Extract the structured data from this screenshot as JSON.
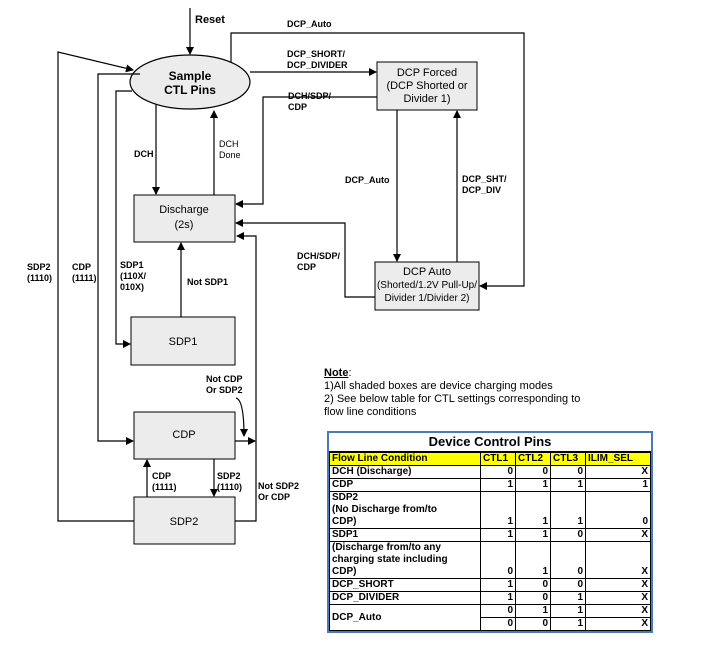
{
  "diagram": {
    "nodes": {
      "sample": [
        "Sample",
        "CTL Pins"
      ],
      "dcp_forced": [
        "DCP Forced",
        "(DCP Shorted or",
        "Divider 1)"
      ],
      "discharge": [
        "Discharge",
        "(2s)"
      ],
      "dcp_auto": [
        "DCP Auto",
        "(Shorted/1.2V Pull-Up/",
        "Divider 1/Divider 2)"
      ],
      "sdp1": "SDP1",
      "cdp": "CDP",
      "sdp2": "SDP2"
    },
    "edges": {
      "reset": "Reset",
      "dcp_auto_top": "DCP_Auto",
      "dcp_short_divider": [
        "DCP_SHORT/",
        "DCP_DIVIDER"
      ],
      "dch_sdp_cdp_top": [
        "DCH/SDP/",
        "CDP"
      ],
      "dch": "DCH",
      "dch_done": [
        "DCH",
        "Done"
      ],
      "dcp_auto_mid": "DCP_Auto",
      "dcp_sht_div": [
        "DCP_SHT/",
        "DCP_DIV"
      ],
      "dch_sdp_cdp_mid": [
        "DCH/SDP/",
        "CDP"
      ],
      "sdp2_1110": [
        "SDP2",
        "(1110)"
      ],
      "cdp_1111": [
        "CDP",
        "(1111)"
      ],
      "sdp1_110x": [
        "SDP1",
        "(110X/",
        "010X)"
      ],
      "not_sdp1": "Not SDP1",
      "not_cdp_or_sdp2": [
        "Not CDP",
        "Or SDP2"
      ],
      "cdp_1111_low": [
        "CDP",
        "(1111)"
      ],
      "sdp2_1110_low": [
        "SDP2",
        "(1110)"
      ],
      "not_sdp2_or_cdp": [
        "Not SDP2",
        "Or CDP"
      ]
    }
  },
  "note": {
    "title": "Note",
    "lines": [
      "1)All shaded boxes are device charging modes",
      "2) See below table for CTL settings corresponding to",
      "flow line conditions"
    ]
  },
  "table": {
    "title": "Device Control Pins",
    "headers": [
      "Flow Line Condition",
      "CTL1",
      "CTL2",
      "CTL3",
      "ILIM_SEL"
    ],
    "rows": [
      {
        "c": "DCH (Discharge)",
        "v": [
          "0",
          "0",
          "0",
          "X"
        ]
      },
      {
        "c": "CDP",
        "v": [
          "1",
          "1",
          "1",
          "1"
        ]
      },
      {
        "c": "SDP2 (No Discharge from/to CDP)",
        "lines": [
          "SDP2",
          "(No Discharge from/to",
          "CDP)"
        ],
        "v": [
          "1",
          "1",
          "1",
          "0"
        ]
      },
      {
        "c": "SDP1",
        "v": [
          "1",
          "1",
          "0",
          "X"
        ]
      },
      {
        "c": "(Discharge from/to any charging state including CDP)",
        "lines": [
          "(Discharge from/to any",
          "charging state including",
          "CDP)"
        ],
        "v": [
          "0",
          "1",
          "0",
          "X"
        ]
      },
      {
        "c": "DCP_SHORT",
        "v": [
          "1",
          "0",
          "0",
          "X"
        ]
      },
      {
        "c": "DCP_DIVIDER",
        "v": [
          "1",
          "0",
          "1",
          "X"
        ]
      },
      {
        "c": "DCP_Auto",
        "v": [
          "0",
          "1",
          "1",
          "X"
        ],
        "v2": [
          "0",
          "0",
          "1",
          "X"
        ]
      }
    ]
  },
  "colors": {
    "box_fill": "#ececec",
    "header_fill": "#ffff00",
    "table_border": "#4a7ab8"
  }
}
